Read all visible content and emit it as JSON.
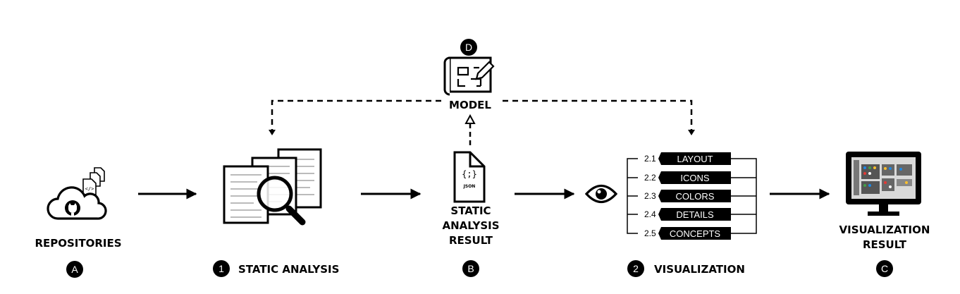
{
  "nodes": {
    "repositories": {
      "label": "REPOSITORIES",
      "badge": "A"
    },
    "static_analysis": {
      "label": "STATIC ANALYSIS",
      "badge": "1"
    },
    "static_analysis_result": {
      "label_lines": [
        "STATIC",
        "ANALYSIS",
        "RESULT"
      ],
      "badge": "B",
      "file_glyph": "{;}",
      "file_type": "JSON"
    },
    "model": {
      "label": "MODEL",
      "badge": "D"
    },
    "visualization": {
      "label": "VISUALIZATION",
      "badge": "2"
    },
    "visualization_result": {
      "label_lines": [
        "VISUALIZATION",
        "RESULT"
      ],
      "badge": "C"
    }
  },
  "visualization_steps": [
    {
      "num": "2.1",
      "label": "LAYOUT"
    },
    {
      "num": "2.2",
      "label": "ICONS"
    },
    {
      "num": "2.3",
      "label": "COLORS"
    },
    {
      "num": "2.4",
      "label": "DETAILS"
    },
    {
      "num": "2.5",
      "label": "CONCEPTS"
    }
  ],
  "icons": {
    "repositories": "cloud-github-icon",
    "code_files": "code-files-icon",
    "static_analysis": "documents-magnifier-icon",
    "result_file": "json-file-icon",
    "model": "blueprint-pencil-icon",
    "visualization": "eye-icon",
    "visualization_result": "monitor-dashboard-icon"
  }
}
